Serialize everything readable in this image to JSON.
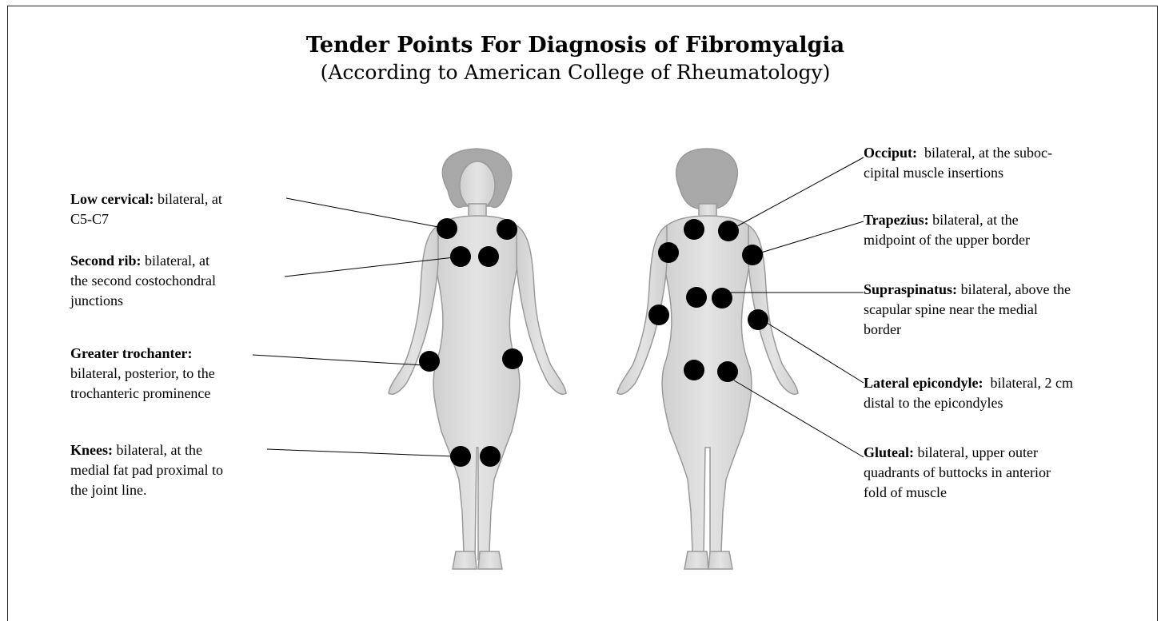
{
  "title": "Tender Points For Diagnosis of Fibromyalgia",
  "subtitle": "(According to American College of Rheumatology)",
  "left_labels": [
    {
      "term": "Low cervical:",
      "lines": [
        "bilateral, at",
        "C5-C7"
      ]
    },
    {
      "term": "Second rib:",
      "lines": [
        "bilateral, at",
        "the second costochondral",
        "junctions"
      ]
    },
    {
      "term": "Greater trochanter:",
      "lines": [
        "",
        "bilateral, posterior, to the",
        "trochanteric prominence"
      ]
    },
    {
      "term": "Knees:",
      "lines": [
        "bilateral, at the",
        "medial fat pad proximal to",
        "the joint line."
      ]
    }
  ],
  "right_labels": [
    {
      "term": "Occiput:",
      "lines": [
        "bilateral, at the suboc-",
        "cipital muscle insertions"
      ]
    },
    {
      "term": "Trapezius:",
      "lines": [
        "bilateral, at the",
        "midpoint of the upper border"
      ]
    },
    {
      "term": "Supraspinatus:",
      "lines": [
        "bilateral, above the",
        "scapular spine near the medial",
        "border"
      ]
    },
    {
      "term": "Lateral epicondyle:",
      "lines": [
        "bilateral, 2 cm",
        "distal to the epicondyles"
      ]
    },
    {
      "term": "Gluteal:",
      "lines": [
        "bilateral, upper outer",
        "quadrants of buttocks in anterior",
        "fold of muscle"
      ]
    }
  ],
  "figures": {
    "front": "front-view-figure",
    "back": "back-view-figure",
    "skin_color": "#d8d8d8",
    "outline_color": "#9a9a9a",
    "hair_color": "#a8a8a8",
    "dot_color": "#000000"
  }
}
